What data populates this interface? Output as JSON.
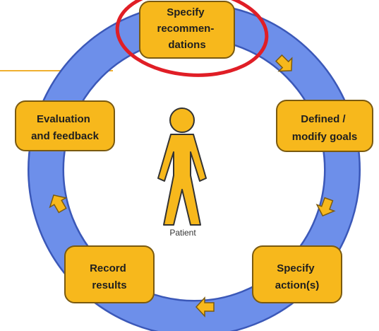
{
  "diagram": {
    "center_label": "Patient",
    "steps": [
      {
        "id": "specify-recommendations",
        "lines": [
          "Specify",
          "recommen-",
          "dations"
        ],
        "highlighted": true
      },
      {
        "id": "define-modify-goals",
        "lines": [
          "Defined /",
          "modify goals"
        ],
        "highlighted": false
      },
      {
        "id": "specify-actions",
        "lines": [
          "Specify",
          "action(s)"
        ],
        "highlighted": false
      },
      {
        "id": "record-results",
        "lines": [
          "Record",
          "results"
        ],
        "highlighted": false
      },
      {
        "id": "evaluation-feedback",
        "lines": [
          "Evaluation",
          "and feedback"
        ],
        "highlighted": false
      }
    ],
    "arrows": [
      {
        "id": "arrow-recommendations-to-goals",
        "direction": "down-right"
      },
      {
        "id": "arrow-goals-to-actions",
        "direction": "down-left"
      },
      {
        "id": "arrow-actions-to-record",
        "direction": "left"
      },
      {
        "id": "arrow-record-to-evaluation",
        "direction": "up-left"
      }
    ]
  },
  "colors": {
    "ring_fill": "#6d8fea",
    "ring_stroke": "#3b58b8",
    "box_fill": "#f7b81c",
    "box_stroke": "#7a5a10",
    "figure_fill": "#f7b81c",
    "figure_stroke": "#333333",
    "highlight": "#e01e26",
    "accent_line": "#f0b030"
  }
}
